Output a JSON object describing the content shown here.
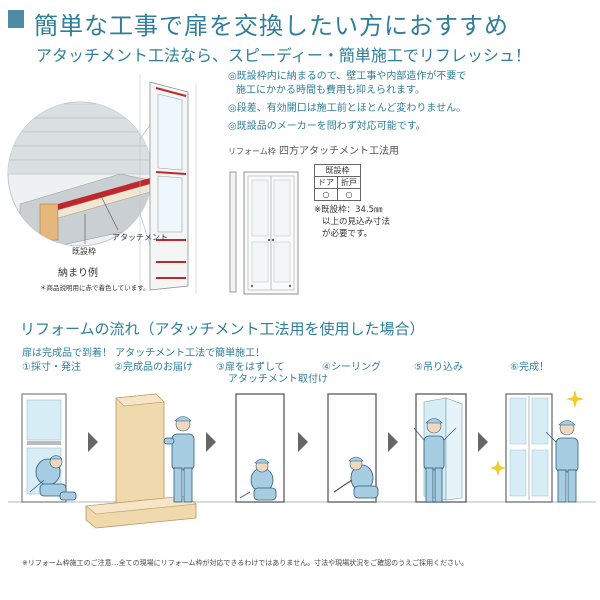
{
  "header": {
    "title": "簡単な工事で扉を交換したい方におすすめ",
    "subtitle": "アタッチメント工法なら、スピーディー・簡単施工でリフレッシュ！"
  },
  "features": [
    "◎既設枠内に納まるので、壁工事や内部造作が不要で",
    "施工にかかる時間も費用も抑えられます。",
    "◎段差、有効開口は施工前とほとんど変わりません。",
    "◎既設品のメーカーを問わず対応可能です。"
  ],
  "detail": {
    "attachment_label": "アタッチメント",
    "existing_frame_label": "既設枠",
    "example_title": "納まり例",
    "example_note": "＊商品説明用に赤で着色しています。"
  },
  "reform": {
    "title_prefix": "リフォーム枠",
    "title_main": "四方アタッチメント工法用",
    "table": {
      "header": "既設枠",
      "col1": "ドア",
      "col2": "折戸",
      "val1": "○",
      "val2": "○"
    },
    "note": [
      "※既設枠：34.5㎜",
      "以上の見込み寸法",
      "が必要です。"
    ]
  },
  "flow": {
    "title": "リフォームの流れ（アタッチメント工法用を使用した場合）",
    "subtitle": "扉は完成品で到着！ アタッチメント工法で簡単施工！",
    "steps": [
      {
        "label": "①採寸・発注",
        "label2": ""
      },
      {
        "label": "②完成品のお届け",
        "label2": ""
      },
      {
        "label": "③扉をはずして",
        "label2": "アタッチメント取付け"
      },
      {
        "label": "④シーリング",
        "label2": ""
      },
      {
        "label": "⑤吊り込み",
        "label2": ""
      },
      {
        "label": "⑥完成！",
        "label2": ""
      }
    ]
  },
  "footnote": "※リフォーム枠施工のご注意…全ての現場にリフォーム枠が対応できるわけではありません。寸法や現場状況をご確認のうえご採用ください。",
  "colors": {
    "accent": "#2f7f9a",
    "title_mark": "#4f8aa6",
    "worker": "#a7cde2",
    "worker_line": "#2d5f7a",
    "red": "#c0262c",
    "door_glass": "#d6edf6",
    "cardboard": "#f1d9ae",
    "sparkle": "#f1cc2a"
  }
}
